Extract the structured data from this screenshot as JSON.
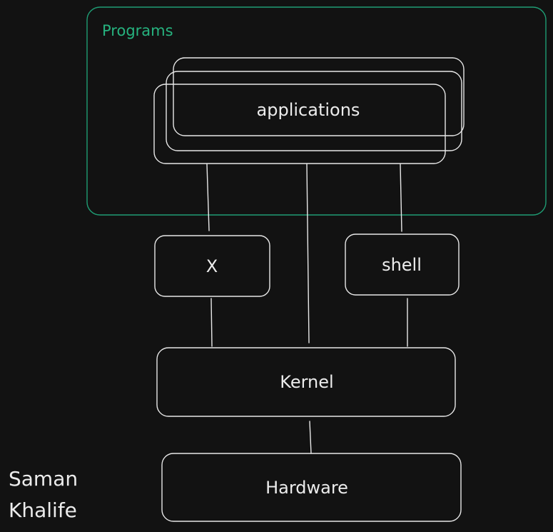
{
  "diagram": {
    "group_title": "Programs",
    "applications_label": "applications",
    "x_label": "X",
    "shell_label": "shell",
    "kernel_label": "Kernel",
    "hardware_label": "Hardware"
  },
  "author": {
    "first_name": "Saman",
    "last_name": "Khalife"
  },
  "colors": {
    "background": "#121212",
    "stroke": "#e8e8e8",
    "group_accent": "#1f9d74",
    "group_label": "#26b37f"
  }
}
